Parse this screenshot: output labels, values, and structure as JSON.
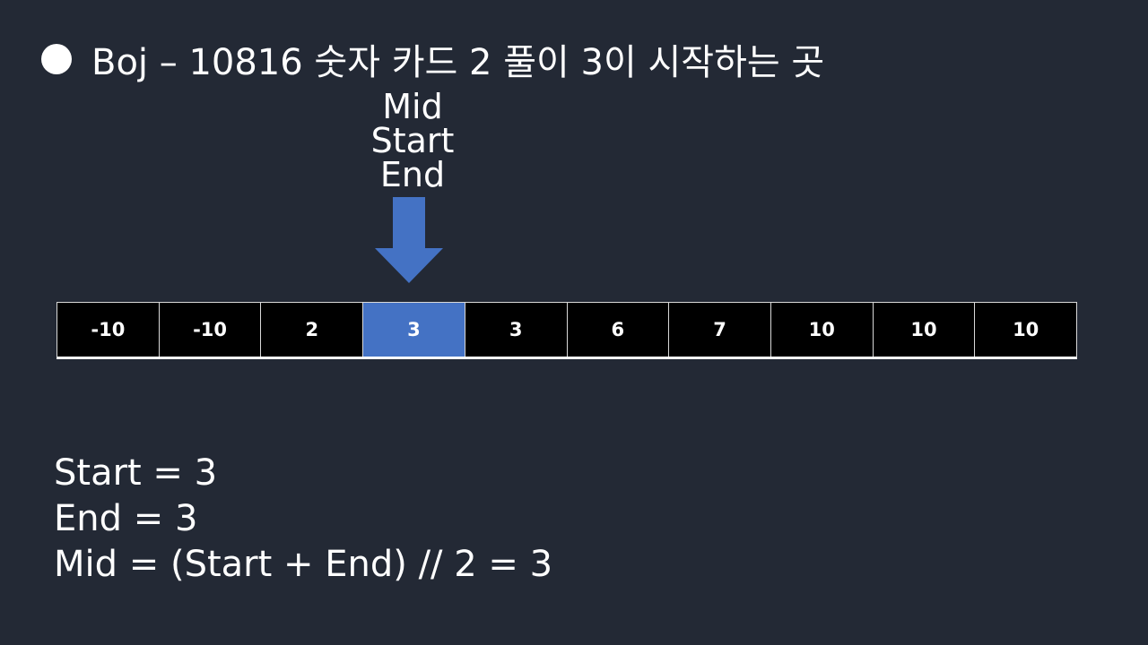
{
  "title": {
    "bullet_icon": "filled-circle",
    "text": "Boj – 10816 숫자 카드 2 풀이 3이 시작하는 곳"
  },
  "pointer": {
    "labels": [
      "Mid",
      "Start",
      "End"
    ],
    "arrow_color": "#4472c4"
  },
  "array": {
    "values": [
      "-10",
      "-10",
      "2",
      "3",
      "3",
      "6",
      "7",
      "10",
      "10",
      "10"
    ],
    "highlighted_index": 3,
    "cell_color": "#000000",
    "highlight_color": "#4472c4"
  },
  "formulas": [
    "Start = 3",
    "End = 3",
    "Mid = (Start + End) // 2 = 3"
  ]
}
